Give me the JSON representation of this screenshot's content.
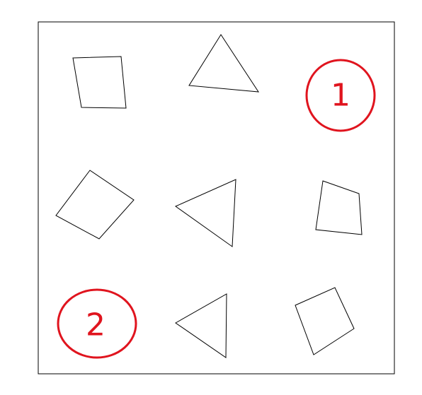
{
  "puzzle": {
    "grid": [
      [
        "quadrilateral",
        "triangle",
        "answer-slot"
      ],
      [
        "quadrilateral",
        "triangle",
        "quadrilateral"
      ],
      [
        "answer-slot",
        "triangle",
        "quadrilateral"
      ]
    ],
    "markers": [
      {
        "label": "1"
      },
      {
        "label": "2"
      }
    ]
  },
  "colors": {
    "line": "#000000",
    "marker": "#e0141e",
    "background": "#ffffff"
  }
}
